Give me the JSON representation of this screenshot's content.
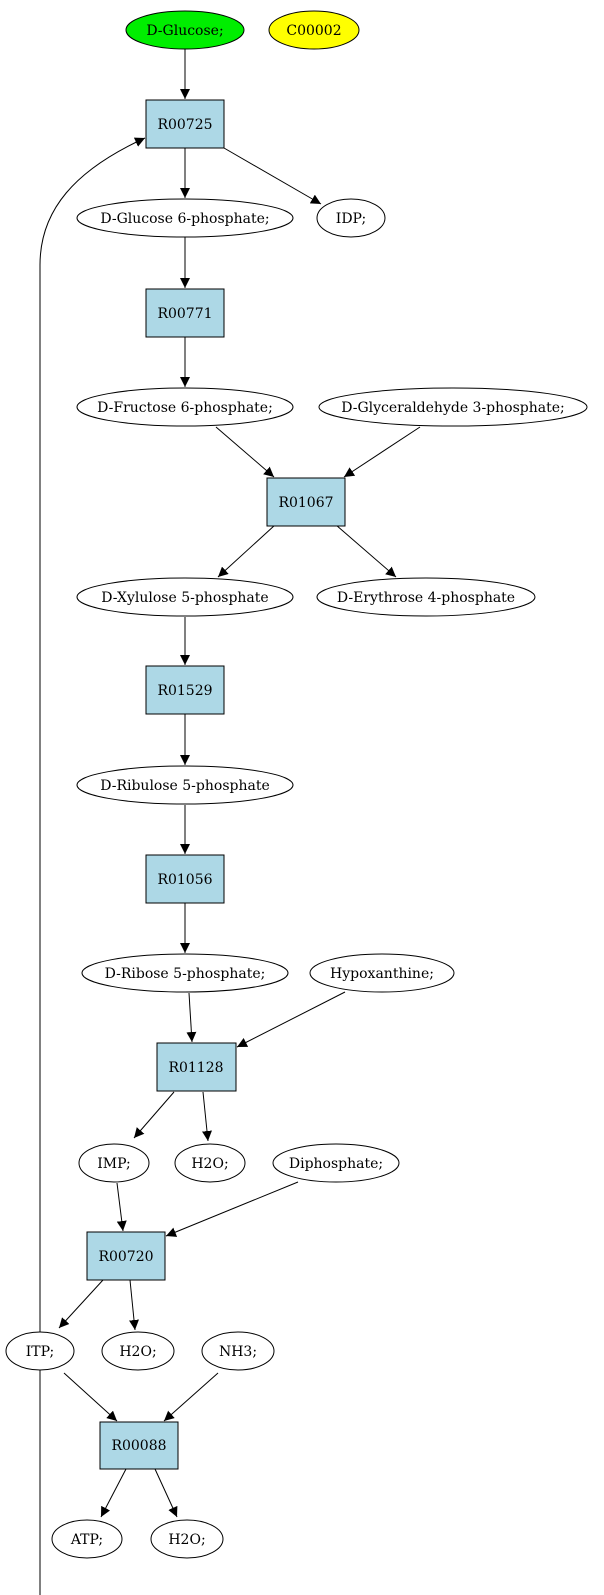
{
  "colors": {
    "start_compound": "#00ee00",
    "highlight_compound": "#ffff00",
    "compound": "#ffffff",
    "reaction": "#add8e6",
    "edge": "#000000"
  },
  "nodes": {
    "d_glucose": "D-Glucose;",
    "c00002": "C00002",
    "r00725": "R00725",
    "d_glucose_6p": "D-Glucose 6-phosphate;",
    "idp": "IDP;",
    "r00771": "R00771",
    "d_fructose_6p": "D-Fructose 6-phosphate;",
    "d_glyceraldehyde_3p": "D-Glyceraldehyde 3-phosphate;",
    "r01067": "R01067",
    "d_xylulose_5p": "D-Xylulose 5-phosphate",
    "d_erythrose_4p": "D-Erythrose 4-phosphate",
    "r01529": "R01529",
    "d_ribulose_5p": "D-Ribulose 5-phosphate",
    "r01056": "R01056",
    "d_ribose_5p": "D-Ribose 5-phosphate;",
    "hypoxanthine": "Hypoxanthine;",
    "r01128": "R01128",
    "imp": "IMP;",
    "h2o_1": "H2O;",
    "diphosphate": "Diphosphate;",
    "r00720": "R00720",
    "itp": "ITP;",
    "h2o_2": "H2O;",
    "nh3": "NH3;",
    "r00088": "R00088",
    "atp": "ATP;",
    "h2o_3": "H2O;"
  }
}
